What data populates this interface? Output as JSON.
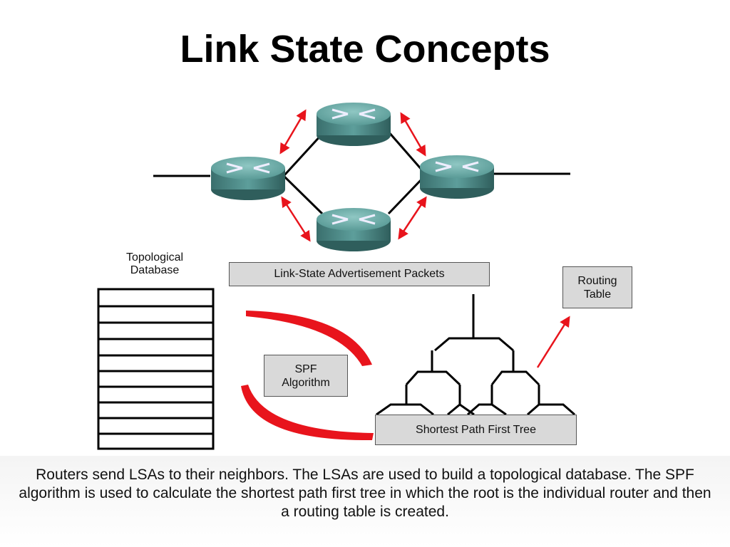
{
  "title": "Link State Concepts",
  "labels": {
    "topological_database": "Topological Database",
    "lsa_packets": "Link-State Advertisement Packets",
    "routing_table": "Routing Table",
    "spf_algorithm": "SPF Algorithm",
    "spf_tree": "Shortest Path First Tree"
  },
  "caption": "Routers send LSAs to their neighbors. The LSAs are used to build a topological database. The SPF algorithm is used to calculate the shortest path first tree in which the root is the individual router and then a routing table is created.",
  "colors": {
    "router": "#4f8f8d",
    "router_top": "#6fb2ae",
    "arrow": "#e8141c",
    "box_fill": "#d9d9d9"
  }
}
